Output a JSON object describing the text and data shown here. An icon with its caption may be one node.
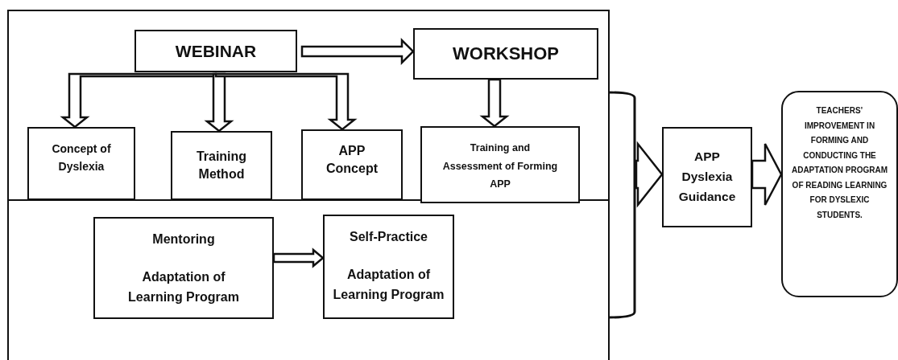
{
  "diagram": {
    "nodes": [
      {
        "text": [],
        "shape": "box"
      },
      {
        "text": [
          "WEBINAR"
        ],
        "in": 0
      },
      {
        "text": [
          "WORKSHOP"
        ],
        "in": 0
      },
      {
        "text": [
          "Concept of Dyslexia"
        ],
        "in": 0
      },
      {
        "text": [
          "Training Method"
        ],
        "in": 0
      },
      {
        "text": [
          "APP Concept"
        ],
        "in": 0
      },
      {
        "text": [
          "Training and Assessment of Forming APP"
        ],
        "in": 0
      },
      {
        "text": [
          "Mentoring",
          "Adaptation of Learning Program"
        ],
        "in": 0
      },
      {
        "text": [
          "Self-Practice",
          "Adaptation of Learning Program"
        ],
        "in": 0
      },
      {
        "text": [
          "APP Dyslexia Guidance"
        ]
      },
      {
        "text": [
          "TEACHERS’ IMPROVEMENT IN FORMING AND CONDUCTING THE ADAPTATION PROGRAM OF READING LEARNING FOR DYSLEXIC STUDENTS."
        ]
      }
    ],
    "edges": [
      {
        "from": 1,
        "to": 2,
        "arrow": "to"
      },
      {
        "from": 1,
        "to": 3,
        "arrow": "to"
      },
      {
        "from": 1,
        "to": 4,
        "arrow": "to"
      },
      {
        "from": 1,
        "to": 5,
        "arrow": "to"
      },
      {
        "from": 2,
        "to": 6,
        "arrow": "to"
      },
      {
        "from": 7,
        "to": 8,
        "arrow": "to"
      },
      {
        "from": 0,
        "to": 9,
        "arrow": "to",
        "style": "thick"
      },
      {
        "from": 9,
        "to": 10,
        "arrow": "to",
        "style": "thick"
      }
    ]
  }
}
